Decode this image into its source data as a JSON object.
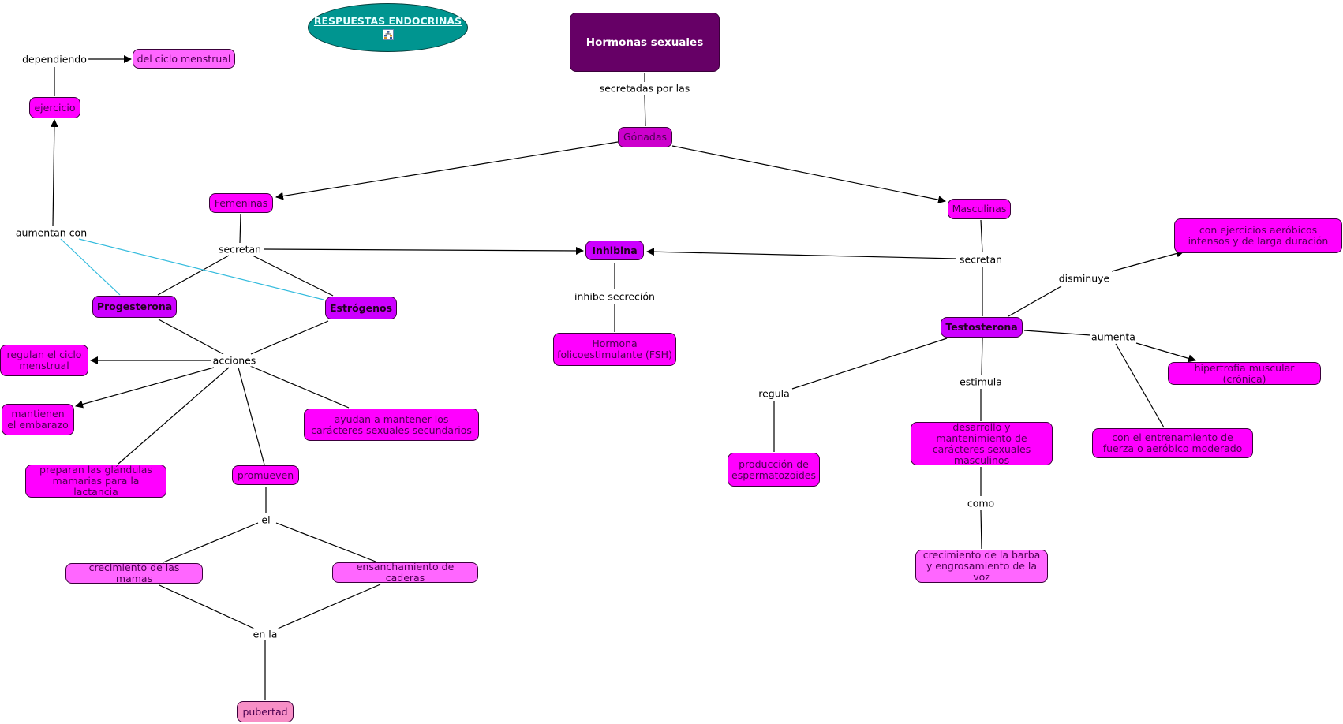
{
  "title": {
    "label": "RESPUESTAS ENDOCRINAS",
    "icon": "concept-map-link-icon"
  },
  "colors": {
    "title_bg": "#009590",
    "main_node": "#660066",
    "concept_magenta": "#ff00ff",
    "concept_dark": "#cc00cc",
    "hormone_purple": "#cc00ff",
    "concept_light": "#ff66ff",
    "concept_pink": "#f78fc6",
    "link_line": "#000000",
    "cross_link": "#33bbdd"
  },
  "nodes": {
    "hormonas": "Hormonas sexuales",
    "gonadas": "Gónadas",
    "femeninas": "Femeninas",
    "masculinas": "Masculinas",
    "inhibina": "Inhibina",
    "fsh": "Hormona folicoestimulante (FSH)",
    "progesterona": "Progesterona",
    "estrogenos": "Estrógenos",
    "regulan": "regulan el ciclo menstrual",
    "mantienen": "mantienen el embarazo",
    "ayudan": "ayudan a mantener los carácteres sexuales secundarios",
    "preparan": "preparan las glándulas mamarias para la lactancia",
    "promueven": "promueven",
    "mamas": "crecimiento de las mamas",
    "caderas": "ensanchamiento de caderas",
    "pubertad": "pubertad",
    "ciclo": "del ciclo menstrual",
    "ejercicio": "ejercicio",
    "aerobicos": "con ejercicios aeróbicos intensos y de larga duración",
    "testosterona": "Testosterona",
    "hipertrofia": "hipertrofia muscular (crónica)",
    "entrenamiento": "con el entrenamiento de fuerza o aeróbico moderado",
    "espermatozoides": "producción de espermatozoides",
    "desarrollo": "desarrollo y mantenimiento de carácteres sexuales masculinos",
    "barba": "crecimiento de la barba y engrosamiento de la voz"
  },
  "links": {
    "secretadas": "secretadas por las",
    "dependiendo": "dependiendo",
    "aumentan": "aumentan con",
    "secretan_f": "secretan",
    "secretan_m": "secretan",
    "inhibe": "inhibe secreción",
    "acciones": "acciones",
    "el": "el",
    "en_la": "en la",
    "disminuye": "disminuye",
    "aumenta": "aumenta",
    "regula": "regula",
    "estimula": "estimula",
    "como": "como"
  }
}
